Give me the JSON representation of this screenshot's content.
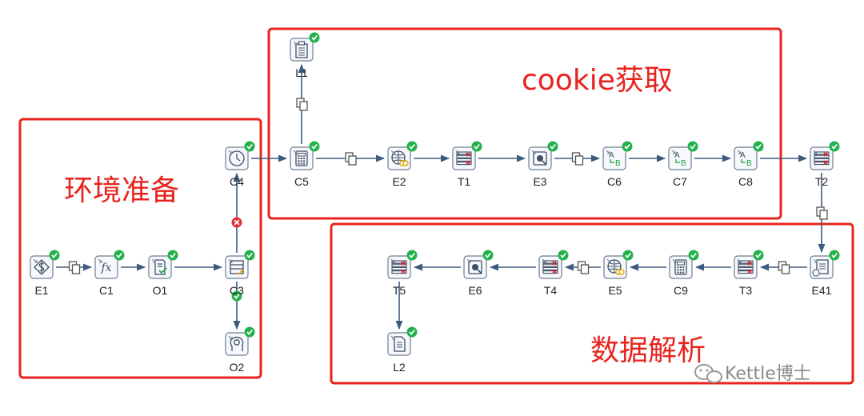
{
  "groups": {
    "env": {
      "title": "环境准备"
    },
    "cookie": {
      "title": "cookie获取"
    },
    "parse": {
      "title": "数据解析"
    }
  },
  "nodes": {
    "E1": "E1",
    "C1": "C1",
    "O1": "O1",
    "C3": "C3",
    "O2": "O2",
    "C4": "C4",
    "L1": "L1",
    "C5": "C5",
    "E2": "E2",
    "T1": "T1",
    "E3": "E3",
    "C6": "C6",
    "C7": "C7",
    "C8": "C8",
    "T2": "T2",
    "E41": "E41",
    "T3": "T3",
    "C9": "C9",
    "E5": "E5",
    "T4": "T4",
    "E6": "E6",
    "T5": "T5",
    "L2": "L2"
  },
  "icons": {
    "C1": "fx",
    "C6": "A→B",
    "C7": "A→B",
    "C8": "A→B"
  },
  "watermark": "Kettle博士",
  "colors": {
    "frame": "#e8231e",
    "ok": "#22b14c",
    "error": "#e0313a",
    "hop": "#3d5a80"
  }
}
